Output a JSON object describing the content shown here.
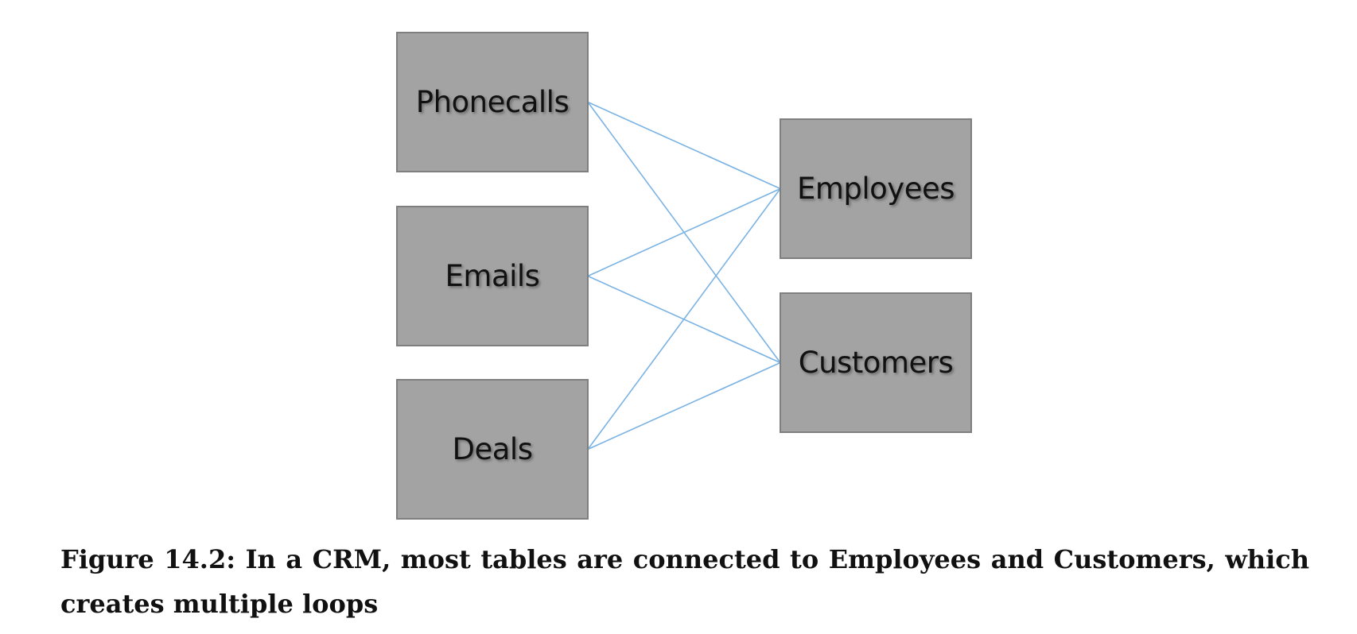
{
  "diagram": {
    "nodes": [
      {
        "id": "phonecalls",
        "label": "Phonecalls"
      },
      {
        "id": "emails",
        "label": "Emails"
      },
      {
        "id": "deals",
        "label": "Deals"
      },
      {
        "id": "employees",
        "label": "Employees"
      },
      {
        "id": "customers",
        "label": "Customers"
      }
    ],
    "edges": [
      {
        "from": "phonecalls",
        "to": "employees"
      },
      {
        "from": "phonecalls",
        "to": "customers"
      },
      {
        "from": "emails",
        "to": "employees"
      },
      {
        "from": "emails",
        "to": "customers"
      },
      {
        "from": "deals",
        "to": "employees"
      },
      {
        "from": "deals",
        "to": "customers"
      }
    ],
    "edge_color": "#7ab3e3"
  },
  "caption": {
    "text": "Figure 14.2: In a CRM, most tables are connected to Employees and Customers, which creates multiple loops"
  }
}
